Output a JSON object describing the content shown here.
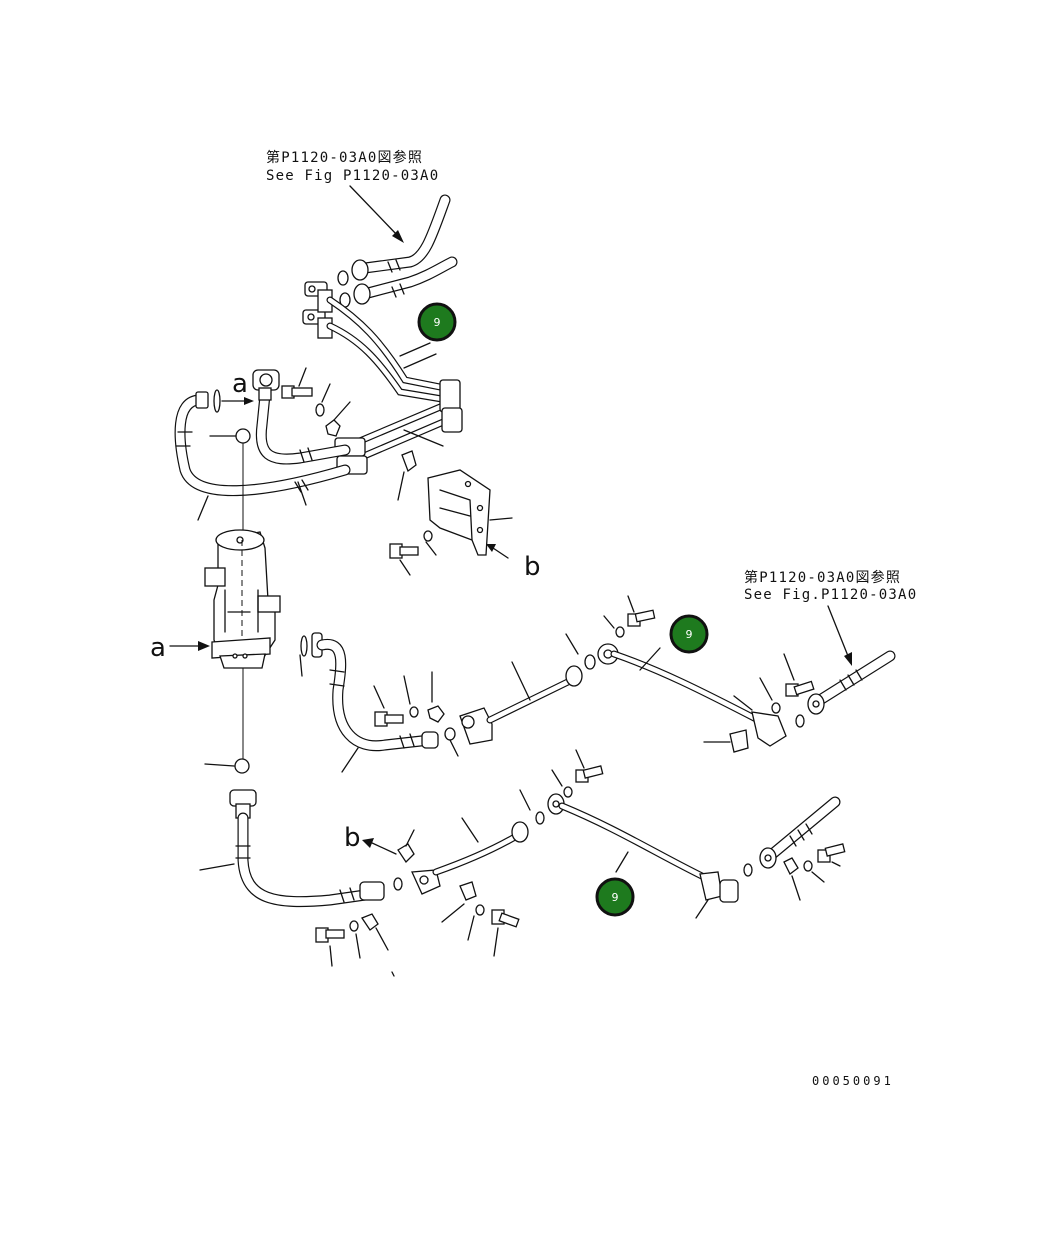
{
  "references": [
    {
      "jp": "第P1120-03A0図参照",
      "en": "See Fig P1120-03A0"
    },
    {
      "jp": "第P1120-03A0図参照",
      "en": "See Fig.P1120-03A0"
    }
  ],
  "markers": {
    "a": "a",
    "b": "b"
  },
  "badges": [
    "9",
    "9",
    "9"
  ],
  "drawing_number": "00050091",
  "colors": {
    "badge_fill": "#1e7a1e",
    "line": "#111111"
  }
}
